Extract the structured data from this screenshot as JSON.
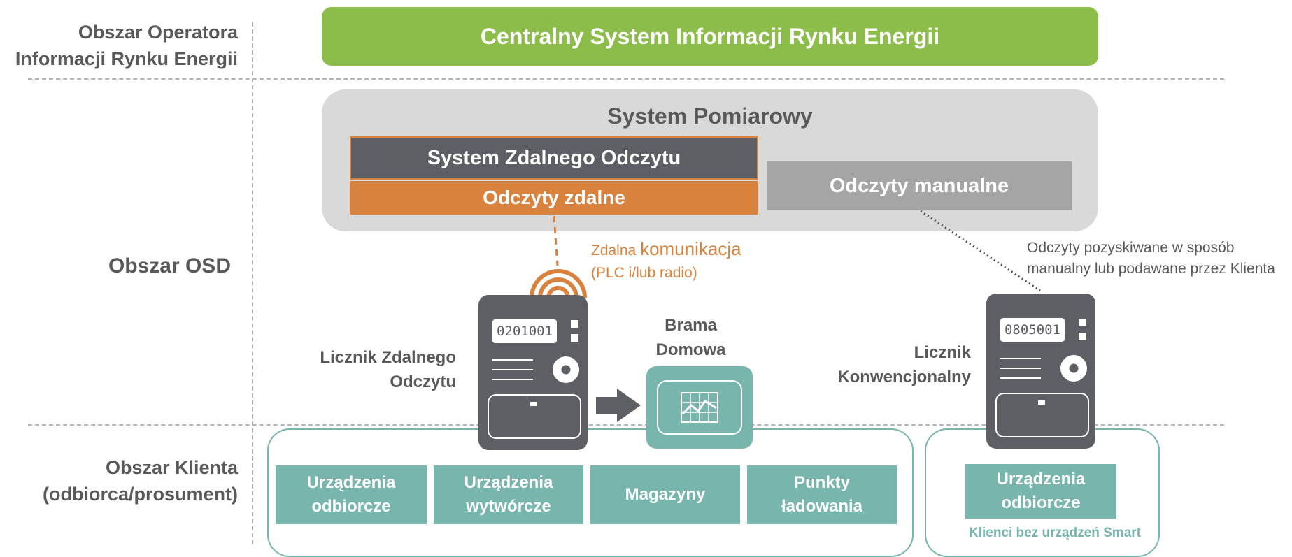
{
  "zones": {
    "operator": [
      "Obszar Operatora",
      "Informacji Rynku Energii"
    ],
    "osd": "Obszar OSD",
    "client": [
      "Obszar Klienta",
      "(odbiorca/prosument)"
    ]
  },
  "csire": "Centralny System Informacji Rynku Energii",
  "system_pomiarowy": {
    "title": "System Pomiarowy",
    "szo": "System Zdalnego Odczytu",
    "odczyty_zdalne": "Odczyty zdalne",
    "odczyty_manualne": "Odczyty manualne"
  },
  "communication": {
    "small": "Zdalna",
    "big": "komunikacja",
    "line2": "(PLC i/lub radio)"
  },
  "manual_note": [
    "Odczyty pozyskiwane w sposób",
    "manualny lub podawane przez Klienta"
  ],
  "smart_meter": {
    "label": [
      "Licznik Zdalnego",
      "Odczytu"
    ],
    "display": "0201001"
  },
  "gateway": {
    "label": [
      "Brama",
      "Domowa"
    ]
  },
  "conventional_meter": {
    "label": [
      "Licznik",
      "Konwencjonalny"
    ],
    "display": "0805001"
  },
  "devices": [
    [
      "Urządzenia",
      "odbiorcze"
    ],
    [
      "Urządzenia",
      "wytwórcze"
    ],
    [
      "Magazyny"
    ],
    [
      "Punkty",
      "ładowania"
    ]
  ],
  "conventional_devices": [
    "Urządzenia",
    "odbiorcze"
  ],
  "no_smart_label": "Klienci bez urządzeń Smart",
  "colors": {
    "green": "#8cbc4a",
    "orange": "#d9823d",
    "dark_gray": "#5d5f65",
    "light_gray": "#d9d9d9",
    "teal": "#77b5ad"
  },
  "icons": [
    "wireless-signal-icon",
    "chart-icon",
    "arrow-right-icon",
    "meter-icon"
  ]
}
